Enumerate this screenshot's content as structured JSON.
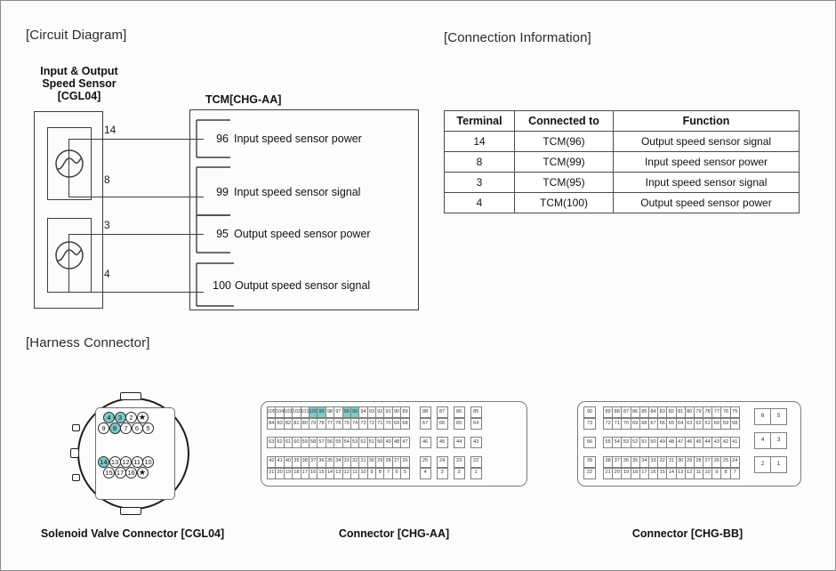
{
  "sections": {
    "circuit_diagram_title": "[Circuit Diagram]",
    "connection_info_title": "[Connection Information]",
    "harness_connector_title": "[Harness Connector]"
  },
  "circuit": {
    "sensor_label_line1": "Input & Output",
    "sensor_label_line2": "Speed Sensor",
    "sensor_label_line3": "[CGL04]",
    "tcm_label": "TCM[CHG-AA]",
    "wires": [
      {
        "sensor_pin": "14",
        "tcm_pin": "96",
        "function": "Input speed sensor power"
      },
      {
        "sensor_pin": "8",
        "tcm_pin": "99",
        "function": "Input speed sensor signal"
      },
      {
        "sensor_pin": "3",
        "tcm_pin": "95",
        "function": "Output speed sensor power"
      },
      {
        "sensor_pin": "4",
        "tcm_pin": "100",
        "function": "Output speed sensor signal"
      }
    ]
  },
  "connection_table": {
    "headers": [
      "Terminal",
      "Connected to",
      "Function"
    ],
    "rows": [
      [
        "14",
        "TCM(96)",
        "Output speed sensor signal"
      ],
      [
        "8",
        "TCM(99)",
        "Input speed sensor power"
      ],
      [
        "3",
        "TCM(95)",
        "Input speed sensor signal"
      ],
      [
        "4",
        "TCM(100)",
        "Output speed sensor power"
      ]
    ]
  },
  "connectors": {
    "cgl04": {
      "caption": "Solenoid Valve Connector [CGL04]",
      "highlighted_pins": [
        "4",
        "3",
        "8",
        "14"
      ],
      "rows": [
        {
          "pins": [
            "4",
            "3",
            "2",
            "★"
          ]
        },
        {
          "pins": [
            "9",
            "8",
            "7",
            "6",
            "5"
          ]
        },
        {
          "pins": [
            "14",
            "13",
            "12",
            "11",
            "10"
          ]
        },
        {
          "pins": [
            "15",
            "17",
            "16",
            "★"
          ]
        }
      ]
    },
    "chg_aa": {
      "caption": "Connector [CHG-AA]",
      "highlighted_pins": [
        "100",
        "99",
        "96",
        "95"
      ],
      "rows": [
        {
          "main": [
            "105",
            "104",
            "103",
            "102",
            "101",
            "100",
            "99",
            "98",
            "97",
            "96",
            "95",
            "94",
            "93",
            "92",
            "91",
            "90",
            "89"
          ],
          "tail": [
            "88",
            "87",
            "86",
            "85"
          ]
        },
        {
          "main": [
            "84",
            "83",
            "82",
            "81",
            "80",
            "79",
            "78",
            "77",
            "76",
            "75",
            "74",
            "73",
            "72",
            "71",
            "70",
            "69",
            "68"
          ],
          "tail": [
            "67",
            "66",
            "65",
            "64"
          ]
        },
        {
          "main": [
            "63",
            "62",
            "61",
            "60",
            "59",
            "58",
            "57",
            "56",
            "55",
            "54",
            "53",
            "52",
            "51",
            "50",
            "49",
            "48",
            "47"
          ],
          "tail": [
            "46",
            "45",
            "44",
            "43"
          ]
        },
        {
          "main": [
            "42",
            "41",
            "40",
            "39",
            "38",
            "37",
            "36",
            "35",
            "34",
            "33",
            "32",
            "31",
            "30",
            "29",
            "28",
            "27",
            "26"
          ],
          "tail": [
            "25",
            "24",
            "23",
            "22"
          ]
        },
        {
          "main": [
            "21",
            "20",
            "19",
            "18",
            "17",
            "16",
            "15",
            "14",
            "13",
            "12",
            "11",
            "10",
            "9",
            "8",
            "7",
            "6",
            "5"
          ],
          "tail": [
            "4",
            "3",
            "2",
            "1"
          ]
        }
      ]
    },
    "chg_bb": {
      "caption": "Connector [CHG-BB]",
      "highlighted_pins": [],
      "rows": [
        {
          "head": [
            "90"
          ],
          "main": [
            "89",
            "88",
            "87",
            "86",
            "85",
            "84",
            "83",
            "82",
            "81",
            "80",
            "79",
            "78",
            "77",
            "76",
            "75"
          ]
        },
        {
          "head": [
            "73"
          ],
          "main": [
            "72",
            "71",
            "70",
            "69",
            "68",
            "67",
            "66",
            "65",
            "64",
            "63",
            "62",
            "61",
            "60",
            "59",
            "58"
          ]
        },
        {
          "head": [
            "56"
          ],
          "main": [
            "55",
            "54",
            "53",
            "52",
            "51",
            "50",
            "49",
            "48",
            "47",
            "46",
            "45",
            "44",
            "43",
            "42",
            "41"
          ]
        },
        {
          "head": [
            "39"
          ],
          "main": [
            "38",
            "37",
            "36",
            "35",
            "34",
            "33",
            "32",
            "31",
            "30",
            "29",
            "28",
            "27",
            "26",
            "25",
            "24"
          ]
        },
        {
          "head": [
            "22"
          ],
          "main": [
            "21",
            "20",
            "19",
            "18",
            "17",
            "16",
            "15",
            "14",
            "13",
            "12",
            "11",
            "10",
            "9",
            "8",
            "7"
          ]
        }
      ],
      "side_block": [
        [
          "6",
          "5"
        ],
        [
          "4",
          "3"
        ],
        [
          "2",
          "1"
        ]
      ]
    }
  },
  "colors": {
    "highlight": "#7fc8c8",
    "line": "#3d3d3d",
    "border": "#8a8a8a",
    "background": "#fcfcfc"
  }
}
